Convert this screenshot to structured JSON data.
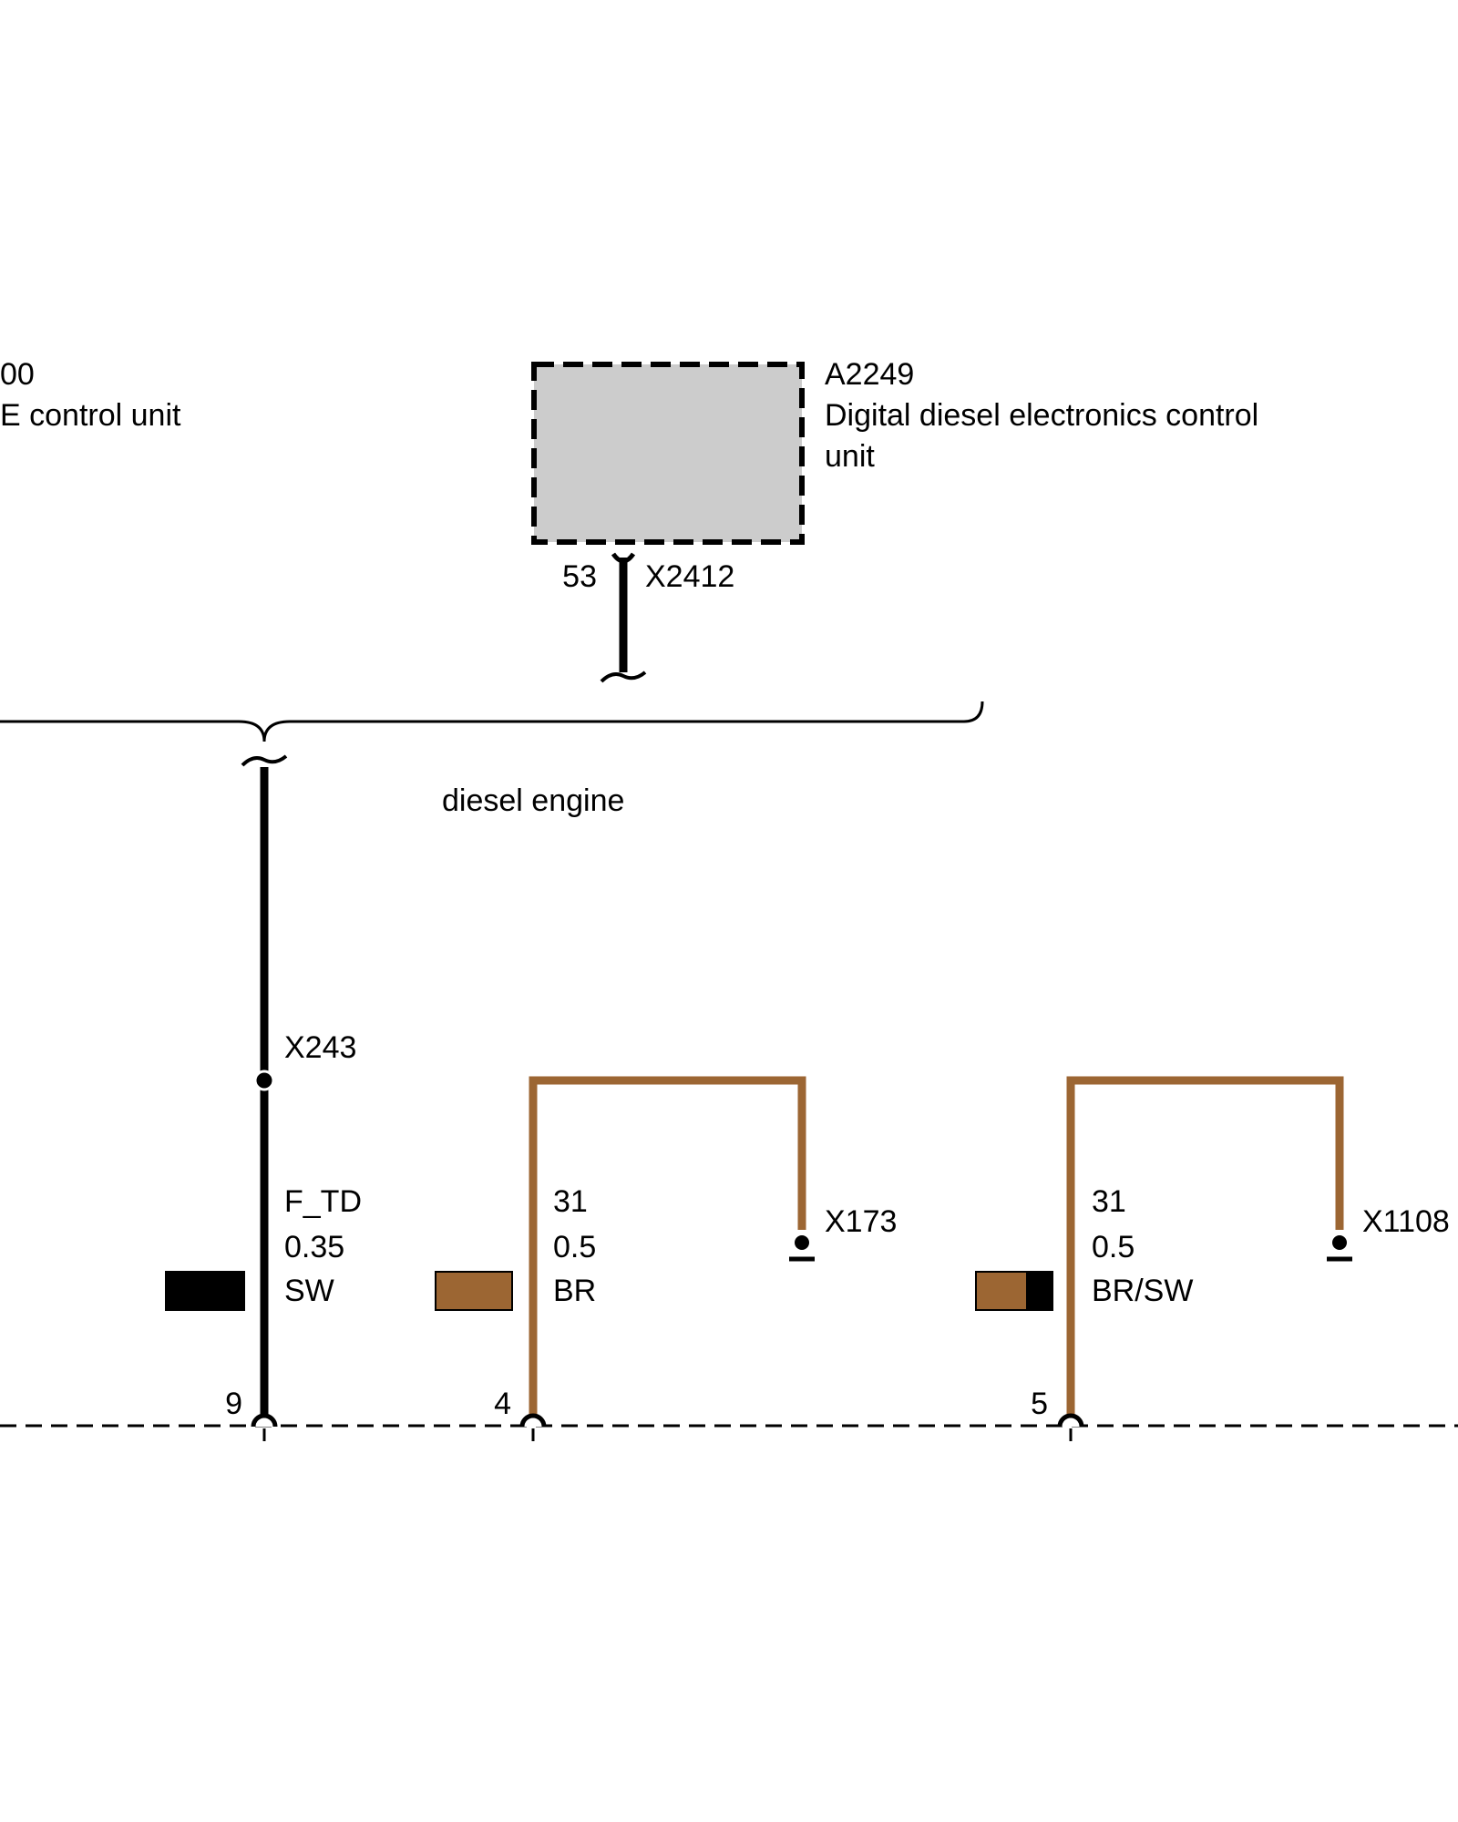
{
  "colors": {
    "black_wire": "#000000",
    "brown_wire": "#9C6633",
    "component_fill": "#CCCCCC"
  },
  "components": {
    "left_unit": {
      "id_fragment": "00",
      "name_fragment": "E control unit"
    },
    "ecu": {
      "id": "A2249",
      "name_line1": "Digital diesel electronics control",
      "name_line2": "unit",
      "pin": "53",
      "connector": "X2412"
    }
  },
  "variant_label": "diesel engine",
  "wires": [
    {
      "signal": "F_TD",
      "cross_section": "0.35",
      "color_code": "SW",
      "colors": [
        "black"
      ],
      "splice": "X243",
      "bottom_pin": "9"
    },
    {
      "signal": "31",
      "cross_section": "0.5",
      "color_code": "BR",
      "colors": [
        "brown"
      ],
      "ground": "X173",
      "bottom_pin": "4"
    },
    {
      "signal": "31",
      "cross_section": "0.5",
      "color_code": "BR/SW",
      "colors": [
        "brown",
        "black"
      ],
      "ground": "X1108",
      "bottom_pin": "5"
    }
  ]
}
